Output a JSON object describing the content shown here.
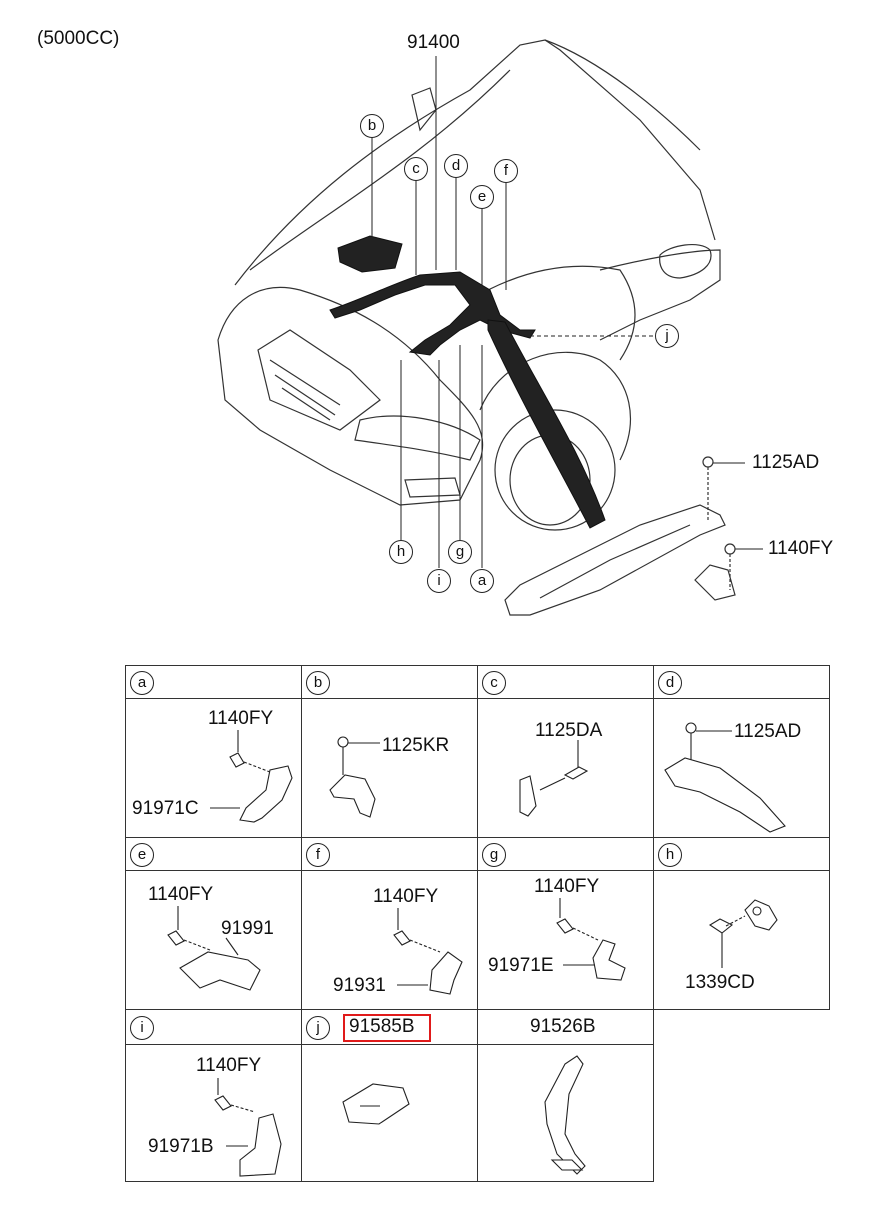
{
  "engine_note": "(5000CC)",
  "main_harness": "91400",
  "overview_labels": {
    "b": "b",
    "c": "c",
    "d": "d",
    "e": "e",
    "f": "f",
    "j": "j",
    "h": "h",
    "i": "i",
    "g": "g",
    "a": "a"
  },
  "overview_parts": {
    "p1": "1125AD",
    "p2": "1140FY"
  },
  "cells": {
    "a": {
      "letter": "a",
      "part1": "1140FY",
      "part2": "91971C"
    },
    "b": {
      "letter": "b",
      "part1": "1125KR"
    },
    "c": {
      "letter": "c",
      "part1": "1125DA"
    },
    "d": {
      "letter": "d",
      "part1": "1125AD"
    },
    "e": {
      "letter": "e",
      "part1": "1140FY",
      "part2": "91991"
    },
    "f": {
      "letter": "f",
      "part1": "1140FY",
      "part2": "91931"
    },
    "g": {
      "letter": "g",
      "part1": "1140FY",
      "part2": "91971E"
    },
    "h": {
      "letter": "h",
      "part1": "1339CD"
    },
    "i": {
      "letter": "i",
      "part1": "1140FY",
      "part2": "91971B"
    },
    "j": {
      "letter": "j",
      "part1": "91585B"
    },
    "k": {
      "part1": "91526B"
    }
  },
  "colors": {
    "highlight": "#e01a1a",
    "line": "#222222"
  }
}
